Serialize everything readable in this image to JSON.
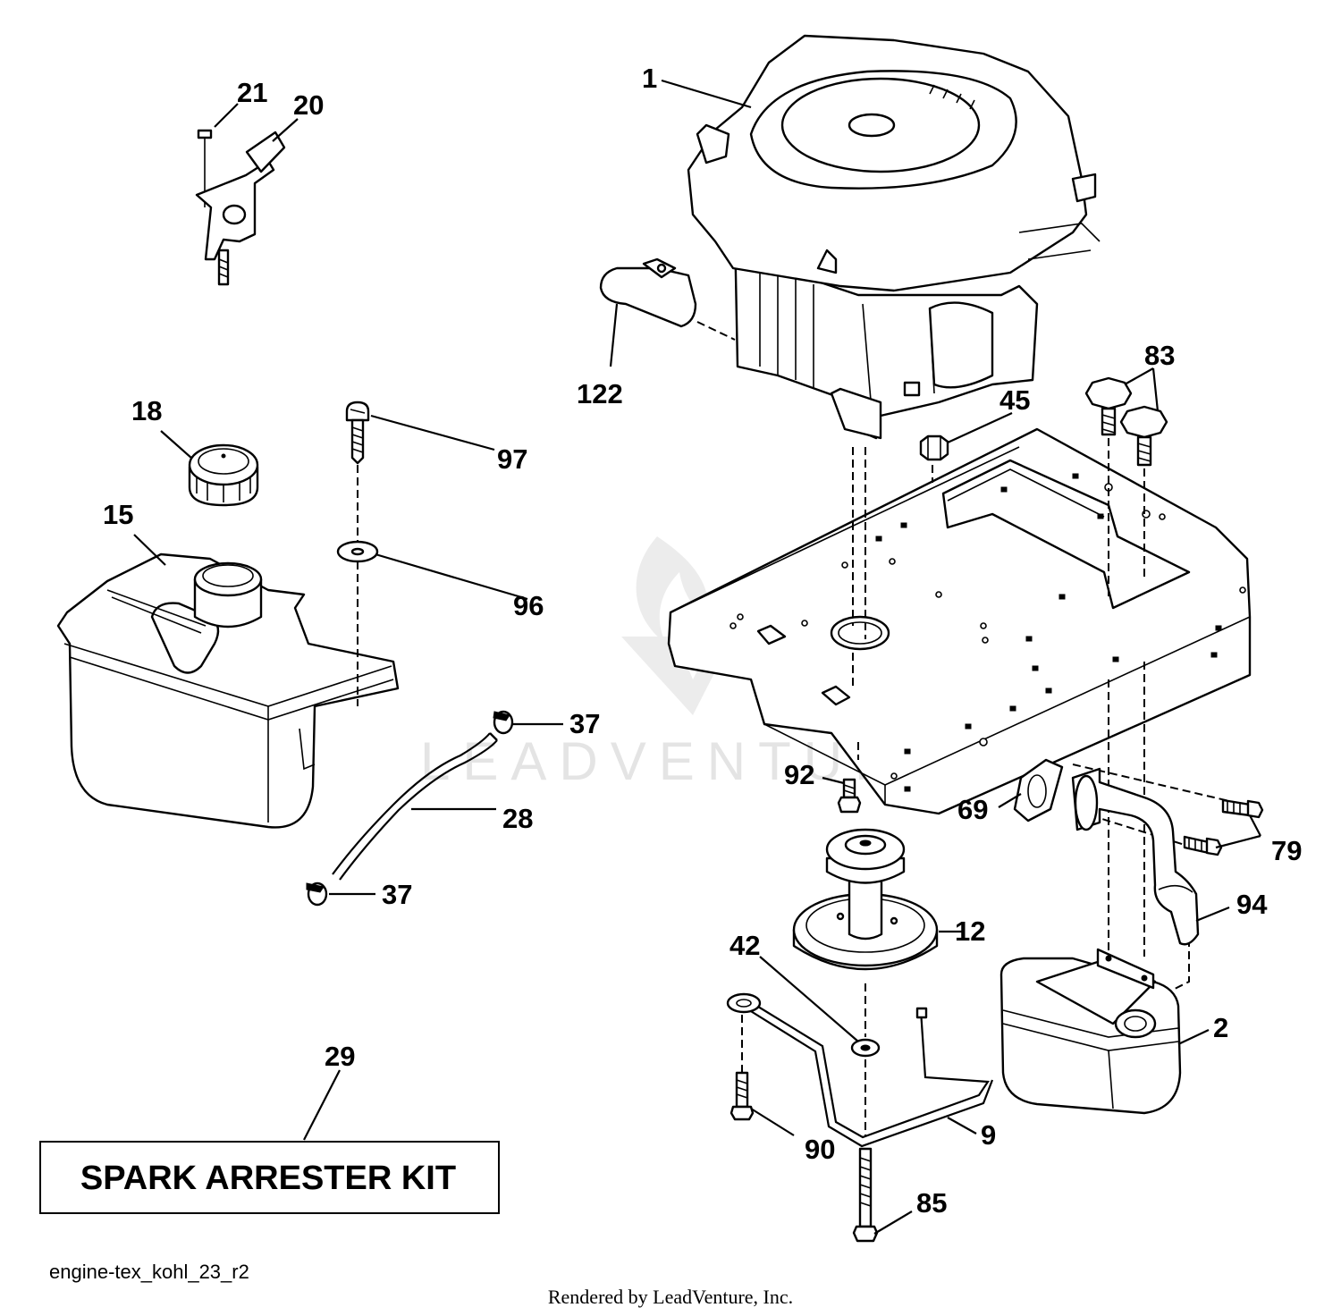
{
  "diagram": {
    "kit_box_label": "SPARK ARRESTER KIT",
    "drawing_reference": "engine-tex_kohl_23_r2",
    "credit": "Rendered by LeadVenture, Inc.",
    "watermark": "LEADVENTURE",
    "callouts": {
      "p1": "1",
      "p2": "2",
      "p9": "9",
      "p12": "12",
      "p15": "15",
      "p18": "18",
      "p20": "20",
      "p21": "21",
      "p28": "28",
      "p29": "29",
      "p37a": "37",
      "p37b": "37",
      "p42": "42",
      "p45": "45",
      "p69": "69",
      "p79": "79",
      "p83": "83",
      "p85": "85",
      "p90": "90",
      "p92": "92",
      "p94": "94",
      "p96": "96",
      "p97": "97",
      "p122": "122"
    }
  }
}
